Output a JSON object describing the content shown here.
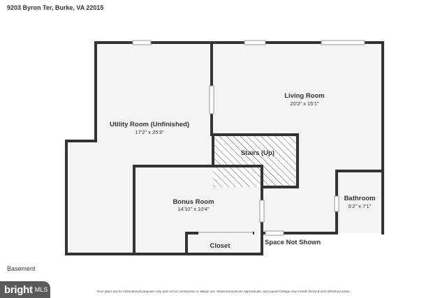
{
  "address": "9203 Byron Ter, Burke, VA 22015",
  "level_label": "Basement",
  "disclaimer": "Floor plans are for informational purposes only and not for construction or design use. Measurements are approximate, and square footage may include finished and unfinished areas.",
  "logo": {
    "main": "bright",
    "sub": "MLS"
  },
  "rooms": {
    "utility": {
      "name": "Utility Room (Unfinished)",
      "dims": "17'2\" x 25'3\""
    },
    "living": {
      "name": "Living Room",
      "dims": "20'2\" x 15'1\""
    },
    "stairs": {
      "name": "Stairs (Up)"
    },
    "bonus": {
      "name": "Bonus Room",
      "dims": "14'10\" x 10'4\""
    },
    "bathroom": {
      "name": "Bathroom",
      "dims": "5'2\" x 7'1\""
    },
    "closet": {
      "name": "Closet"
    }
  },
  "space_note": "Space Not Shown",
  "colors": {
    "wall": "#333333",
    "floor": "#f4f4f4",
    "logo_bg": "#5a5a5a"
  }
}
